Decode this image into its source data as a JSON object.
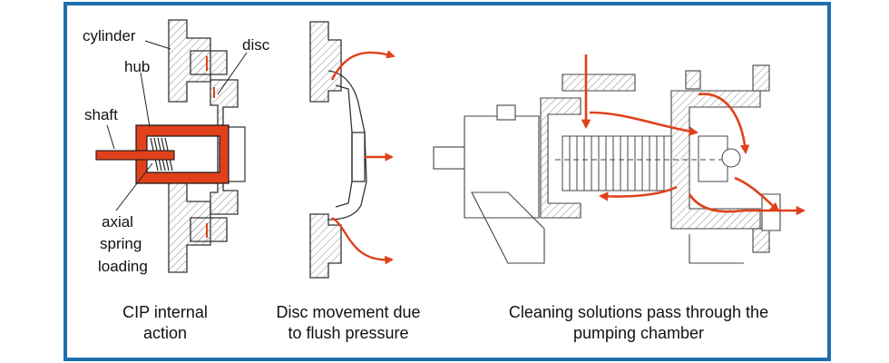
{
  "colors": {
    "frame": "#1f6fae",
    "accent": "#e0411b",
    "line": "#333333",
    "hatch": "#8a8a8a"
  },
  "panel1": {
    "labels": {
      "cylinder": "cylinder",
      "hub": "hub",
      "shaft": "shaft",
      "disc": "disc",
      "axial": "axial",
      "spring": "spring",
      "loading": "loading"
    },
    "caption": [
      "CIP internal",
      "action"
    ]
  },
  "panel2": {
    "caption": [
      "Disc movement due",
      "to flush pressure"
    ]
  },
  "panel3": {
    "caption": [
      "Cleaning solutions pass through the",
      "pumping chamber"
    ]
  }
}
